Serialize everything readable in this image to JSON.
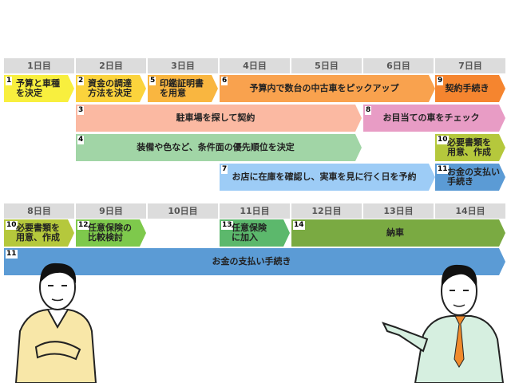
{
  "days_top": [
    "1日目",
    "2日目",
    "3日目",
    "4日目",
    "5日目",
    "6日目",
    "7日目"
  ],
  "days_bottom": [
    "8日目",
    "9日目",
    "10日目",
    "11日目",
    "12日目",
    "13日目",
    "14日目"
  ],
  "tasks": [
    {
      "n": "1",
      "l1": "予算と車種",
      "l2": "を決定",
      "color": "#f8ef3e"
    },
    {
      "n": "2",
      "l1": "資金の調達",
      "l2": "方法を決定",
      "color": "#fbd33c"
    },
    {
      "n": "5",
      "l1": "印鑑証明書",
      "l2": "を用意",
      "color": "#f9b640"
    },
    {
      "n": "6",
      "label": "予算内で数台の中古車をピックアップ",
      "color": "#f9a24e"
    },
    {
      "n": "9",
      "label": "契約手続き",
      "color": "#f5852f"
    },
    {
      "n": "3",
      "label": "駐車場を探して契約",
      "color": "#fbb9a2"
    },
    {
      "n": "8",
      "label": "お目当ての車をチェック",
      "color": "#e89cc5"
    },
    {
      "n": "4",
      "label": "装備や色など、条件面の優先順位を決定",
      "color": "#a1d5a6"
    },
    {
      "n": "10",
      "l1": "必要書類を",
      "l2": "用意、作成",
      "color": "#b5c83c"
    },
    {
      "n": "7",
      "label": "お店に在庫を確認し、実車を見に行く日を予約",
      "color": "#9dccf6"
    },
    {
      "n": "11",
      "l1": "お金の支払い",
      "l2": "手続き",
      "color": "#5b9bd5"
    },
    {
      "n": "10",
      "l1": "必要書類を",
      "l2": "用意、作成",
      "color": "#b5c83c"
    },
    {
      "n": "12",
      "l1": "任意保険の",
      "l2": "比較検討",
      "color": "#7ec94c"
    },
    {
      "n": "13",
      "l1": "任意保険",
      "l2": "に加入",
      "color": "#5cb86c"
    },
    {
      "n": "14",
      "label": "納車",
      "color": "#7aaa42"
    },
    {
      "n": "11",
      "label": "お金の支払い手続き",
      "color": "#5b9bd5"
    }
  ]
}
